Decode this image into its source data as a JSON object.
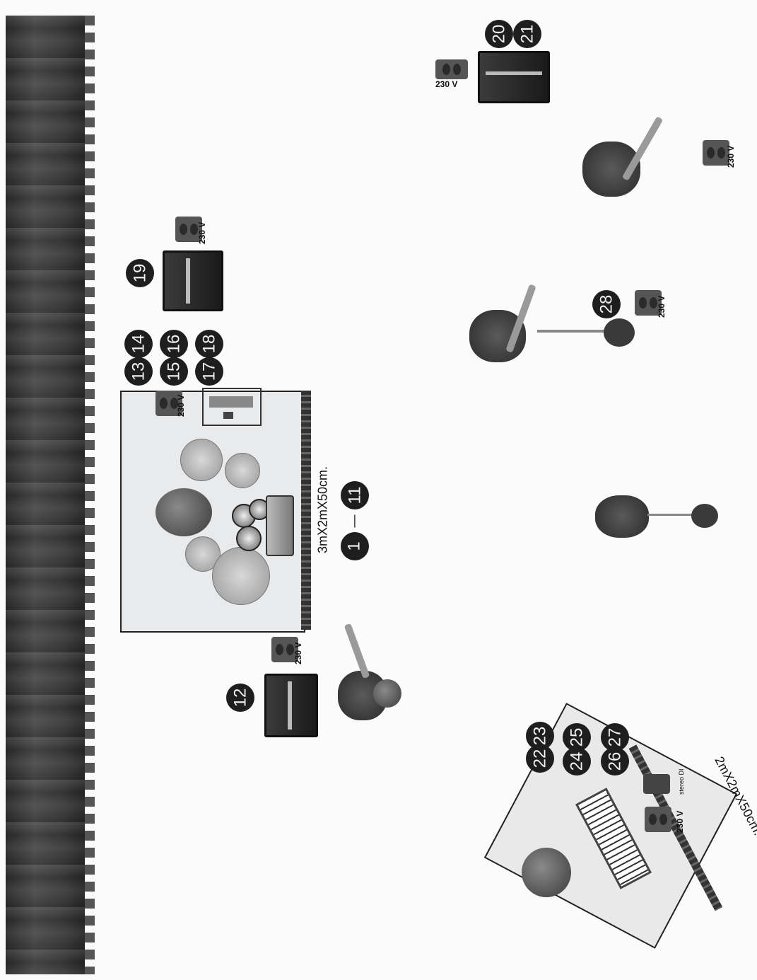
{
  "curtain": {
    "name": "stage-curtain"
  },
  "drum_riser": {
    "label": "3mX2mX50cm.",
    "numbers": [
      "1",
      "11"
    ],
    "dash": "—"
  },
  "keys_riser": {
    "label": "2mX2mX50cm."
  },
  "numbers": {
    "n12": "12",
    "n13": "13",
    "n14": "14",
    "n15": "15",
    "n16": "16",
    "n17": "17",
    "n18": "18",
    "n19": "19",
    "n20": "20",
    "n21": "21",
    "n22": "22",
    "n23": "23",
    "n24": "24",
    "n25": "25",
    "n26": "26",
    "n27": "27",
    "n28": "28"
  },
  "power": {
    "label": "230 V"
  },
  "stereo_di": {
    "label": "stereo DI"
  }
}
